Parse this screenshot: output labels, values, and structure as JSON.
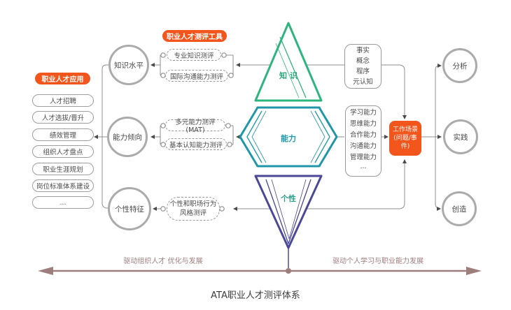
{
  "title": "ATA职业人才测评体系",
  "left_applications": {
    "header": "职业人才应用",
    "items": [
      "人才招聘",
      "人才选拔/晋升",
      "绩效管理",
      "组织人才盘点",
      "职业生涯规划",
      "岗位标准体系建设",
      "..."
    ]
  },
  "assessment_tools": {
    "header": "职业人才测评工具",
    "knowledge": [
      "专业知识测评",
      "国际沟通能力测评"
    ],
    "ability": [
      "多元能力测评(MAT)",
      "基本认知能力测评"
    ],
    "personality": {
      "line1": "个性和职场行为",
      "line2": "风格测评"
    }
  },
  "trait_circles": {
    "knowledge": "知识水平",
    "ability": "能力倾向",
    "personality": "个性特征"
  },
  "pyramid": {
    "knowledge": "知识",
    "ability": "能力",
    "personality": "个性"
  },
  "knowledge_facets": [
    "事实",
    "概念",
    "程序",
    "元认知"
  ],
  "ability_facets": [
    "学习能力",
    "思维能力",
    "合作能力",
    "沟通能力",
    "管理能力",
    "···"
  ],
  "work_scenario": {
    "line1": "工作场景",
    "line2": "(问题/事件)"
  },
  "outcome_circles": {
    "analyze": "分析",
    "practice": "实践",
    "create": "创造"
  },
  "footer": {
    "left_arrow_label": "驱动组织人才 优化与发展",
    "right_arrow_label": "驱动个人学习与职业能力发展"
  },
  "colors": {
    "accent_orange": "#f2561d",
    "knowledge_green": "#2eb47e",
    "ability_teal": "#1e98a8",
    "personality_purple": "#4b4898",
    "arrow_mauve": "#9e7d7d"
  }
}
